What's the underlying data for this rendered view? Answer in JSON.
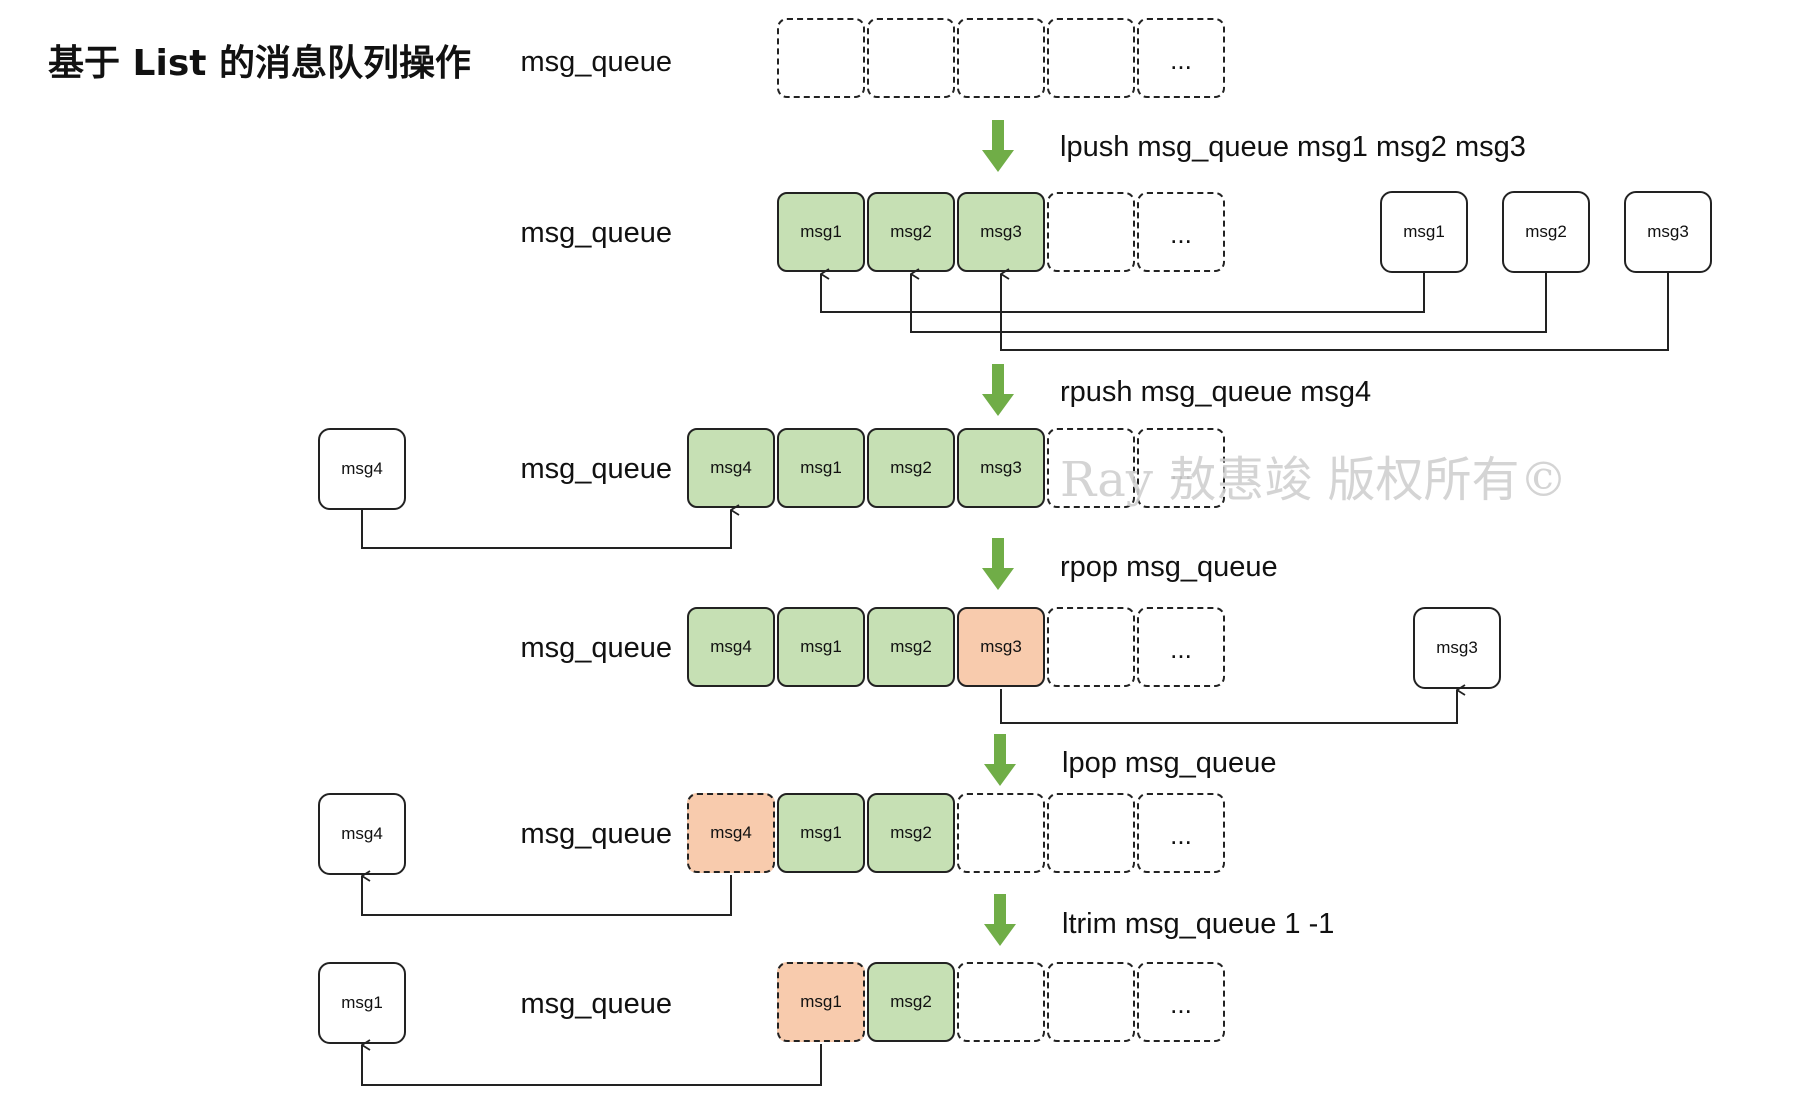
{
  "title": "基于 List 的消息队列操作",
  "queue_name": "msg_queue",
  "colors": {
    "filled": "#c6e0b4",
    "popped": "#f8cbad",
    "arrow": "#70ad47",
    "line": "#222222"
  },
  "rows": [
    {
      "cells": [
        {
          "label": "",
          "state": "empty"
        },
        {
          "label": "",
          "state": "empty"
        },
        {
          "label": "",
          "state": "empty"
        },
        {
          "label": "",
          "state": "empty"
        },
        {
          "label": "...",
          "state": "empty"
        }
      ]
    },
    {
      "command": "lpush msg_queue msg1 msg2 msg3",
      "cells": [
        {
          "label": "msg1",
          "state": "filled"
        },
        {
          "label": "msg2",
          "state": "filled"
        },
        {
          "label": "msg3",
          "state": "filled"
        },
        {
          "label": "",
          "state": "empty"
        },
        {
          "label": "...",
          "state": "empty"
        }
      ],
      "external": [
        "msg1",
        "msg2",
        "msg3"
      ]
    },
    {
      "command": "rpush msg_queue msg4",
      "cells": [
        {
          "label": "msg4",
          "state": "filled"
        },
        {
          "label": "msg1",
          "state": "filled"
        },
        {
          "label": "msg2",
          "state": "filled"
        },
        {
          "label": "msg3",
          "state": "filled"
        },
        {
          "label": "",
          "state": "empty"
        },
        {
          "label": "...",
          "state": "empty"
        }
      ],
      "external": [
        "msg4"
      ]
    },
    {
      "command": "rpop msg_queue",
      "cells": [
        {
          "label": "msg4",
          "state": "filled"
        },
        {
          "label": "msg1",
          "state": "filled"
        },
        {
          "label": "msg2",
          "state": "filled"
        },
        {
          "label": "msg3",
          "state": "popped"
        },
        {
          "label": "",
          "state": "empty"
        },
        {
          "label": "...",
          "state": "empty"
        }
      ],
      "external": [
        "msg3"
      ]
    },
    {
      "command": "lpop msg_queue",
      "cells": [
        {
          "label": "msg4",
          "state": "ghost"
        },
        {
          "label": "msg1",
          "state": "filled"
        },
        {
          "label": "msg2",
          "state": "filled"
        },
        {
          "label": "",
          "state": "empty"
        },
        {
          "label": "",
          "state": "empty"
        },
        {
          "label": "...",
          "state": "empty"
        }
      ],
      "external": [
        "msg4"
      ]
    },
    {
      "command": "ltrim msg_queue 1 -1",
      "cells": [
        {
          "label": "msg1",
          "state": "ghost"
        },
        {
          "label": "msg2",
          "state": "filled"
        },
        {
          "label": "",
          "state": "empty"
        },
        {
          "label": "",
          "state": "empty"
        },
        {
          "label": "...",
          "state": "empty"
        }
      ],
      "external": [
        "msg1"
      ]
    }
  ],
  "watermark": "Ray 敖惠竣 版权所有©"
}
